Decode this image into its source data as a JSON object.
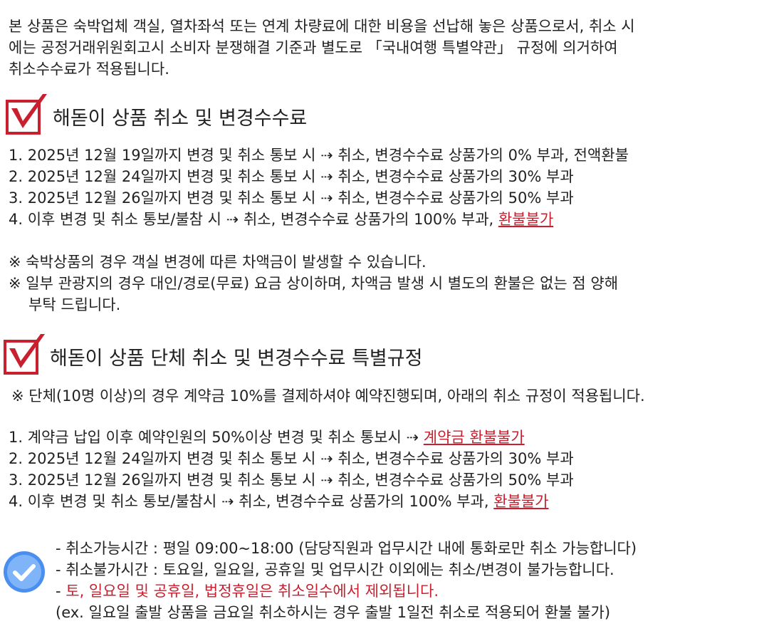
{
  "intro": [
    "본 상품은 숙박업체 객실, 열차좌석 또는 연계 차량료에 대한 비용을 선납해 놓은 상품으로서, 취소 시",
    "에는 공정거래위원회고시 소비자 분쟁해결 기준과 별도로 「국내여행 특별약관」 규정에 의거하여",
    "취소수수료가 적용됩니다."
  ],
  "section1": {
    "title": "해돋이 상품 취소 및 변경수수료",
    "items": [
      {
        "text": "1. 2025년 12월 19일까지 변경 및 취소 통보 시 ⇢ 취소, 변경수수료 상품가의 0% 부과, 전액환불",
        "red": ""
      },
      {
        "text": "2. 2025년 12월 24일까지 변경 및 취소 통보 시 ⇢ 취소, 변경수수료 상품가의 30% 부과",
        "red": ""
      },
      {
        "text": "3. 2025년 12월 26일까지 변경 및 취소 통보 시 ⇢ 취소, 변경수수료 상품가의 50% 부과",
        "red": ""
      },
      {
        "text": "4. 이후 변경 및 취소 통보/불참 시 ⇢ 취소, 변경수수료 상품가의 100% 부과, ",
        "red": "환불불가"
      }
    ],
    "notes": [
      "※ 숙박상품의 경우 객실 변경에 따른 차액금이 발생할 수 있습니다.",
      "※ 일부 관광지의 경우 대인/경로(무료) 요금 상이하며, 차액금 발생 시 별도의 환불은 없는 점 양해",
      "부탁 드립니다."
    ]
  },
  "section2": {
    "title": "해돋이 상품 단체 취소 및 변경수수료 특별규정",
    "note": "※ 단체(10명 이상)의 경우 계약금 10%를 결제하셔야 예약진행되며, 아래의 취소 규정이 적용됩니다.",
    "items": [
      {
        "text": "1. 계약금 납입 이후 예약인원의 50%이상 변경 및 취소 통보시 ⇢ ",
        "red": "계약금 환불불가"
      },
      {
        "text": "2. 2025년 12월 24일까지 변경 및 취소 통보 시 ⇢ 취소, 변경수수료 상품가의 30% 부과",
        "red": ""
      },
      {
        "text": "3. 2025년 12월 26일까지 변경 및 취소 통보 시 ⇢ 취소, 변경수수료 상품가의 50% 부과",
        "red": ""
      },
      {
        "text": "4. 이후 변경 및 취소 통보/불참시 ⇢ 취소, 변경수수료 상품가의 100% 부과, ",
        "red": "환불불가"
      }
    ]
  },
  "footer": {
    "line1": "- 취소가능시간 : 평일 09:00~18:00 (담당직원과 업무시간 내에 통화로만 취소 가능합니다)",
    "line2": "- 취소불가시간 : 토요일, 일요일, 공휴일 및 업무시간 이외에는 취소/변경이 불가능합니다.",
    "line3_dash": "- ",
    "line3_red": "토, 일요일 및 공휴일, 법정휴일은 취소일수에서 제외됩니다.",
    "line4": "(ex. 일요일 출발 상품을 금요일 취소하시는 경우 출발 1일전 취소로 적용되어 환불 불가)"
  },
  "colors": {
    "accent_red": "#c8202e",
    "check_blue": "#4a8ef0"
  }
}
